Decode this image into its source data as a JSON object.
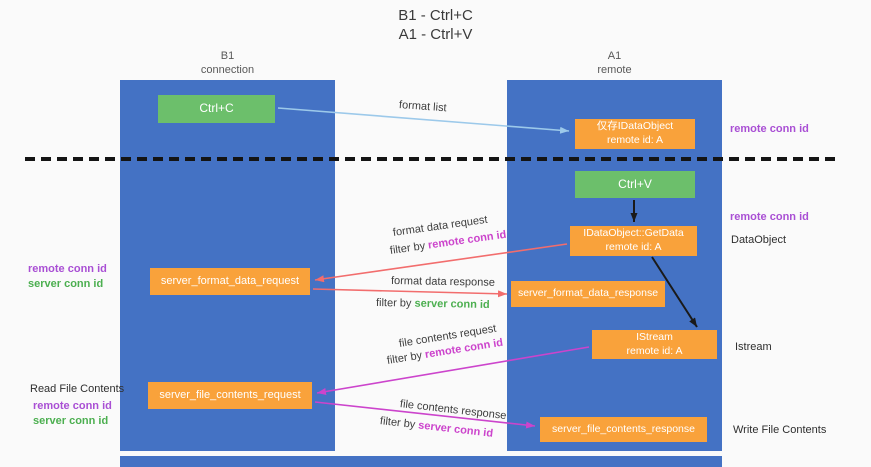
{
  "title": {
    "line1": "B1 - Ctrl+C",
    "line2": "A1 - Ctrl+V"
  },
  "lifelines": {
    "left": {
      "name": "B1",
      "role": "connection"
    },
    "right": {
      "name": "A1",
      "role": "remote"
    }
  },
  "boxes": {
    "ctrl_c": {
      "label": "Ctrl+C"
    },
    "ctrl_v": {
      "label": "Ctrl+V"
    },
    "idataobject_stub": {
      "line1": "仅存IDataObject",
      "line2": "remote id: A"
    },
    "getdata": {
      "line1": "IDataObject::GetData",
      "line2": "remote id: A"
    },
    "istream": {
      "line1": "IStream",
      "line2": "remote id: A"
    },
    "format_request": {
      "label": "server_format_data_request"
    },
    "format_response": {
      "label": "server_format_data_response"
    },
    "file_request": {
      "label": "server_file_contents_request"
    },
    "file_response": {
      "label": "server_file_contents_response"
    }
  },
  "arrow_labels": {
    "format_list": "format list",
    "format_data_request": "format data request",
    "filter_request_1": {
      "prefix": "filter by ",
      "highlight": "remote conn id"
    },
    "format_data_response": "format data response",
    "filter_response_1": {
      "prefix": "filter by ",
      "highlight": "server conn id"
    },
    "file_contents_request": "file contents request",
    "filter_request_2": {
      "prefix": "filter by ",
      "highlight": "remote conn id"
    },
    "file_contents_response": "file contents response",
    "filter_response_2": {
      "prefix": "filter by ",
      "highlight": "server conn id"
    }
  },
  "annotations": {
    "right_remote_conn_top": "remote conn id",
    "right_remote_conn_mid": "remote conn id",
    "right_dataobject": "DataObject",
    "right_istream": "Istream",
    "right_write_file": "Write File Contents",
    "left_remote_conn_1": "remote conn id",
    "left_server_conn_1": "server conn id",
    "left_read_file": "Read File Contents",
    "left_remote_conn_2": "remote conn id",
    "left_server_conn_2": "server conn id"
  },
  "colors": {
    "lifeline_blue": "#4472C4",
    "box_orange": "#F9A23B",
    "box_green": "#6CBF6B",
    "arrow_blue": "#9CC9EA",
    "arrow_red": "#F26D6D",
    "arrow_magenta": "#CC44CC",
    "arrow_black": "#1A1A1A",
    "text_purple": "#A94FD4",
    "text_green": "#4CAF50"
  }
}
